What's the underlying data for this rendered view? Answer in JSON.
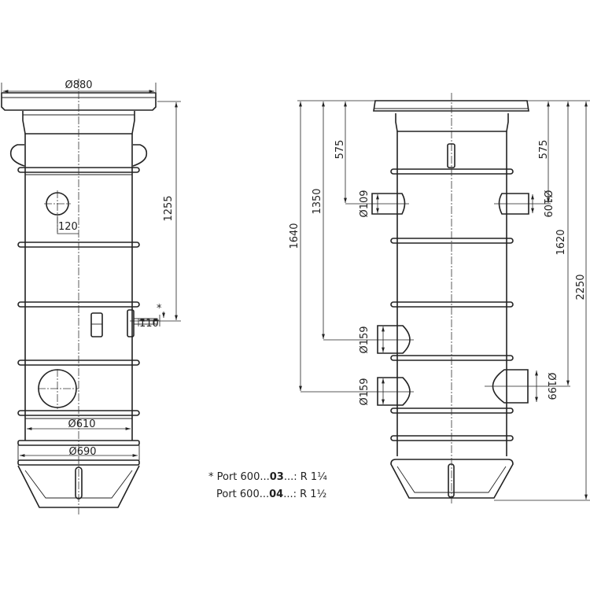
{
  "left_view": {
    "dim_cover_diameter": "Ø880",
    "dim_height_outlet": "1255",
    "dim_offset": "120",
    "dim_asterisk": "*",
    "dim_pipe_offset": "110",
    "dim_body_diameter": "Ø610",
    "dim_base_diameter": "Ø690"
  },
  "right_view": {
    "dim_575_left": "575",
    "dim_1350": "1350",
    "dim_1640": "1640",
    "dim_d109_left": "Ø109",
    "dim_d159_upper": "Ø159",
    "dim_d159_lower": "Ø159",
    "dim_575_right": "575",
    "dim_d109_right": "Ø109",
    "dim_1620": "1620",
    "dim_d199": "Ø199",
    "dim_2250": "2250"
  },
  "footnote": {
    "line1_prefix": "* Port 600...",
    "line1_bold": "03",
    "line1_suffix": "...: R 1¼",
    "line2_prefix": "Port 600...",
    "line2_bold": "04",
    "line2_suffix": "...: R 1½"
  },
  "colors": {
    "line": "#222222",
    "background": "#ffffff"
  }
}
